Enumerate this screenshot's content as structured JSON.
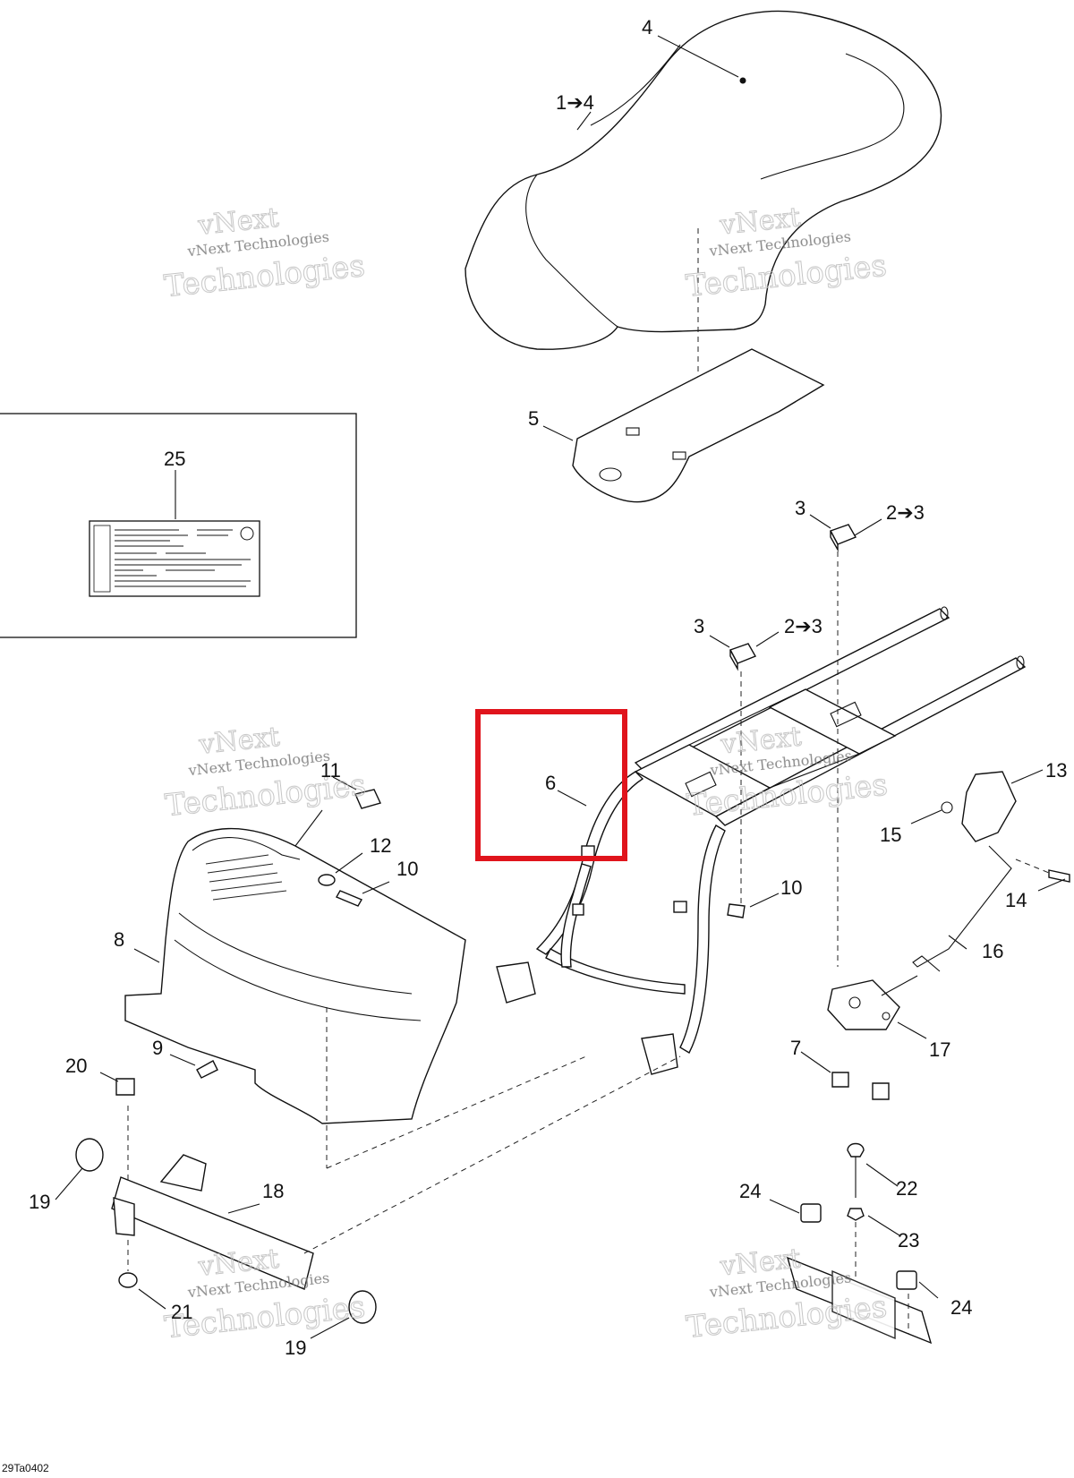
{
  "callouts": {
    "c4": "4",
    "c1to4": "1➔4",
    "c5": "5",
    "c25": "25",
    "c3a": "3",
    "c2to3a": "2➔3",
    "c3b": "3",
    "c2to3b": "2➔3",
    "c6": "6",
    "c13": "13",
    "c15": "15",
    "c14": "14",
    "c16": "16",
    "c11": "11",
    "c12": "12",
    "c10a": "10",
    "c10b": "10",
    "c8": "8",
    "c9": "9",
    "c7": "7",
    "c17": "17",
    "c20": "20",
    "c19a": "19",
    "c18": "18",
    "c21": "21",
    "c19b": "19",
    "c24a": "24",
    "c22": "22",
    "c23": "23",
    "c24b": "24"
  },
  "watermark": {
    "line1": "vNext",
    "line2": "vNext Technologies",
    "line3": "Technologies"
  },
  "drawing_ref": "29Ta0402",
  "highlight_color": "#e0141c"
}
